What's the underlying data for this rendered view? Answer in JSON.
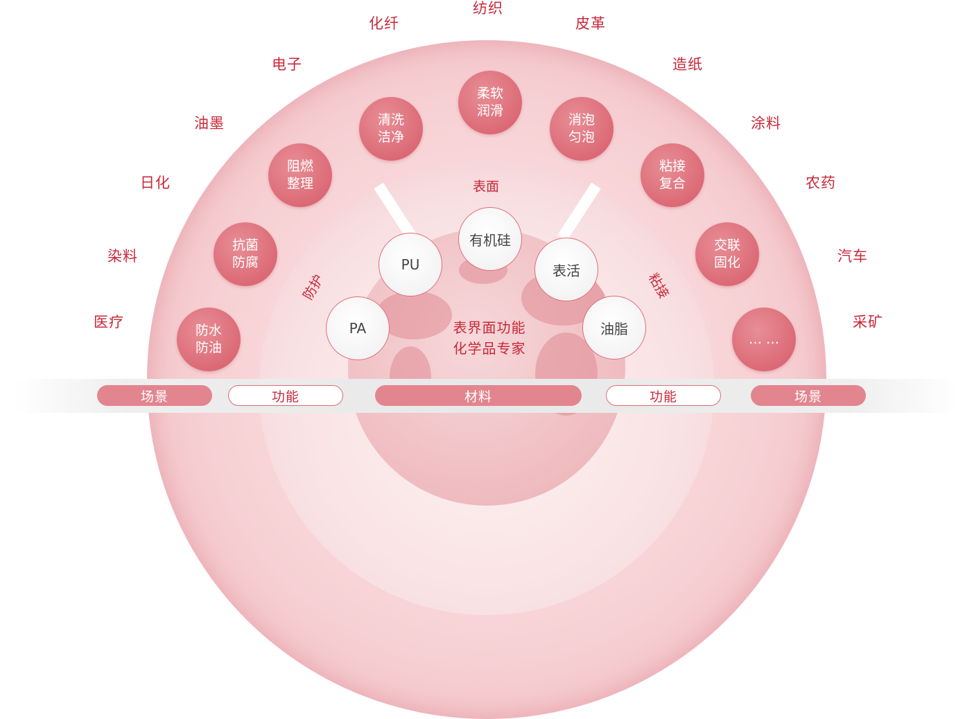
{
  "scenarios_left": [
    "医疗",
    "染料",
    "日化",
    "油墨",
    "电子",
    "化纤"
  ],
  "scenarios_top": "纺织",
  "scenarios_right": [
    "皮革",
    "造纸",
    "涂料",
    "农药",
    "汽车",
    "采矿"
  ],
  "functions_left": [
    {
      "line1": "防水",
      "line2": "防油"
    },
    {
      "line1": "抗菌",
      "line2": "防腐"
    },
    {
      "line1": "阻燃",
      "line2": "整理"
    },
    {
      "line1": "清洗",
      "line2": "洁净"
    }
  ],
  "function_top": {
    "line1": "柔软",
    "line2": "润滑"
  },
  "functions_right": [
    {
      "line1": "消泡",
      "line2": "匀泡"
    },
    {
      "line1": "粘接",
      "line2": "复合"
    },
    {
      "line1": "交联",
      "line2": "固化"
    },
    {
      "line1": "… …",
      "line2": ""
    }
  ],
  "arc_labels": {
    "left": "防护",
    "top": "表面",
    "right": "粘接"
  },
  "materials": [
    "PA",
    "PU",
    "有机硅",
    "表活",
    "油脂"
  ],
  "center": {
    "line1": "表界面功能",
    "line2": "化学品专家"
  },
  "bottom_pills": [
    "场景",
    "功能",
    "材料",
    "功能",
    "场景"
  ],
  "colors": {
    "accent": "#c8283a",
    "function_fill": "#d65b68",
    "pill_fill": "#e2858f"
  }
}
